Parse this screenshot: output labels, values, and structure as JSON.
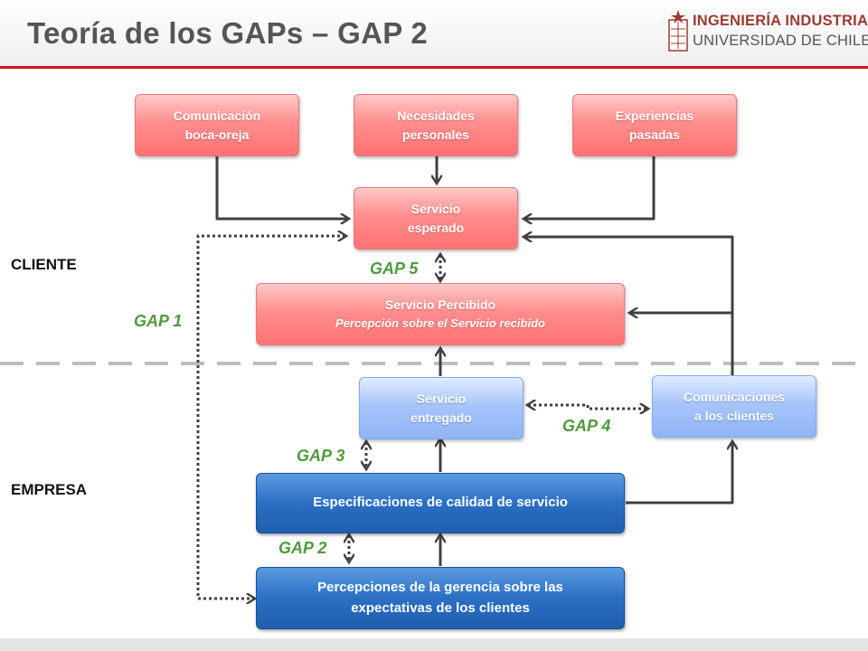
{
  "slide": {
    "title": "Teoría de los GAPs – GAP 2",
    "logo": {
      "line1": "INGENIERÍA INDUSTRIAL",
      "line2": "UNIVERSIDAD DE CHILE"
    }
  },
  "zones": {
    "client": "CLIENTE",
    "company": "EMPRESA"
  },
  "boxes": {
    "word_of_mouth": [
      "Comunicación",
      "boca-oreja"
    ],
    "personal_needs": [
      "Necesidades",
      "personales"
    ],
    "past_experiences": [
      "Experiencias",
      "pasadas"
    ],
    "expected_service": [
      "Servicio",
      "esperado"
    ],
    "perceived_service": {
      "title": "Servicio Percibido",
      "subtitle": "Percepción sobre el Servicio recibido"
    },
    "delivered_service": [
      "Servicio",
      "entregado"
    ],
    "client_communications": [
      "Comunicaciones",
      "a los clientes"
    ],
    "quality_specs": "Especificaciones de calidad de servicio",
    "management_perceptions": [
      "Percepciones de la gerencia sobre las",
      "expectativas de los clientes"
    ]
  },
  "gaps": {
    "gap1": "GAP 1",
    "gap2": "GAP 2",
    "gap3": "GAP 3",
    "gap4": "GAP 4",
    "gap5": "GAP 5"
  },
  "colors": {
    "accent_red": "#d0171c",
    "gap_green": "#4e9a3c",
    "pink_box": "#ff8e8e",
    "light_blue_box": "#a7c5fb",
    "dark_blue_box": "#2b6fc4",
    "arrow": "#404040"
  },
  "icons": {
    "logo": "university-seal-icon"
  }
}
